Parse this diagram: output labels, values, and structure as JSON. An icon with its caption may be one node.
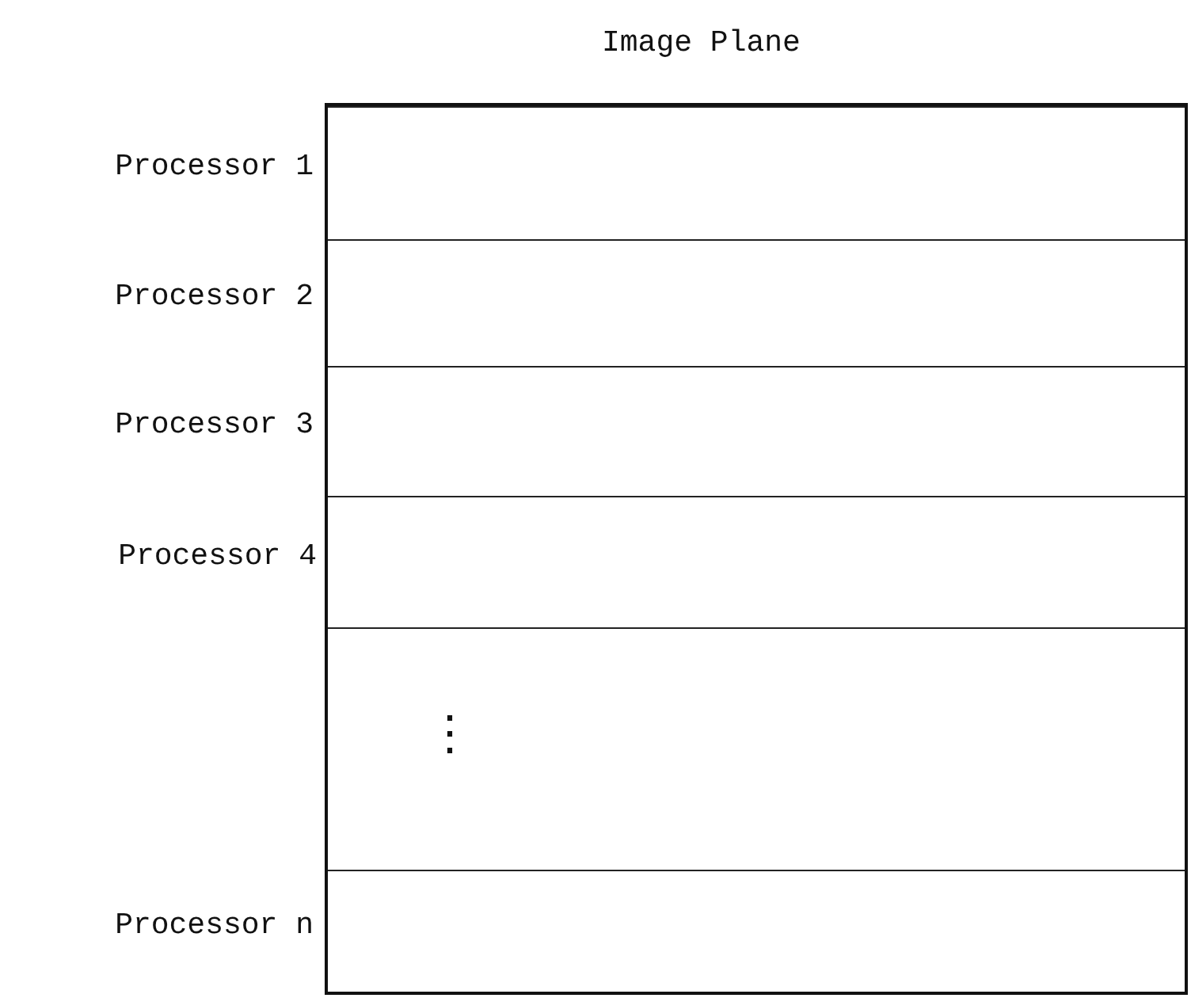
{
  "diagram": {
    "title": "Image Plane",
    "nodes": [
      {
        "text": [],
        "shape": "box"
      },
      {
        "text": [],
        "shape": "box",
        "in": 0,
        "beside": [
          "Processor 1"
        ]
      },
      {
        "text": [],
        "shape": "box",
        "in": 0,
        "beside": [
          "Processor 2"
        ]
      },
      {
        "text": [],
        "shape": "box",
        "in": 0,
        "beside": [
          "Processor 3"
        ]
      },
      {
        "text": [],
        "shape": "box",
        "in": 0,
        "beside": [
          "Processor 4"
        ]
      },
      {
        "text": [
          "⋮"
        ],
        "in": 0
      },
      {
        "text": [],
        "shape": "box",
        "in": 0,
        "beside": [
          "Processor n"
        ]
      }
    ]
  }
}
